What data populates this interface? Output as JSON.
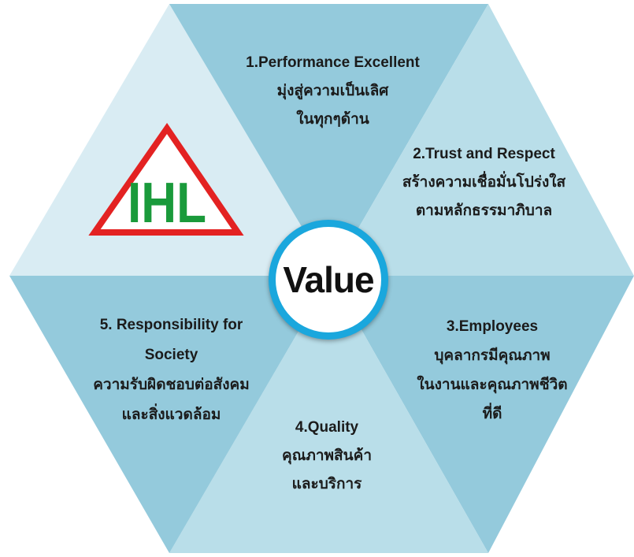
{
  "center": {
    "label": "Value"
  },
  "logo": {
    "text": "IHL",
    "text_color": "#1a9a3b",
    "frame_color": "#e32222"
  },
  "colors": {
    "dark": "#8ecadb",
    "light": "#b7dde8",
    "lightest": "#d9ecf3",
    "ring": "#1aa7dd"
  },
  "segments": [
    {
      "id": "performance",
      "lines": [
        "1.Performance  Excellent",
        "มุ่งสู่ความเป็นเลิศ",
        "ในทุกๆด้าน"
      ]
    },
    {
      "id": "trust",
      "lines": [
        "2.Trust and Respect",
        "สร้างความเชื่อมั่นโปร่งใส",
        "ตามหลักธรรมาภิบาล"
      ]
    },
    {
      "id": "employees",
      "lines": [
        "3.Employees",
        "บุคลากรมีคุณภาพ",
        "ในงานและคุณภาพชีวิต",
        "ที่ดี"
      ]
    },
    {
      "id": "quality",
      "lines": [
        "4.Quality",
        "คุณภาพสินค้า",
        "และบริการ"
      ]
    },
    {
      "id": "responsibility",
      "lines": [
        "5. Responsibility for",
        "Society",
        "ความรับผิดชอบต่อสังคม",
        "และสิ่งแวดล้อม"
      ]
    }
  ]
}
